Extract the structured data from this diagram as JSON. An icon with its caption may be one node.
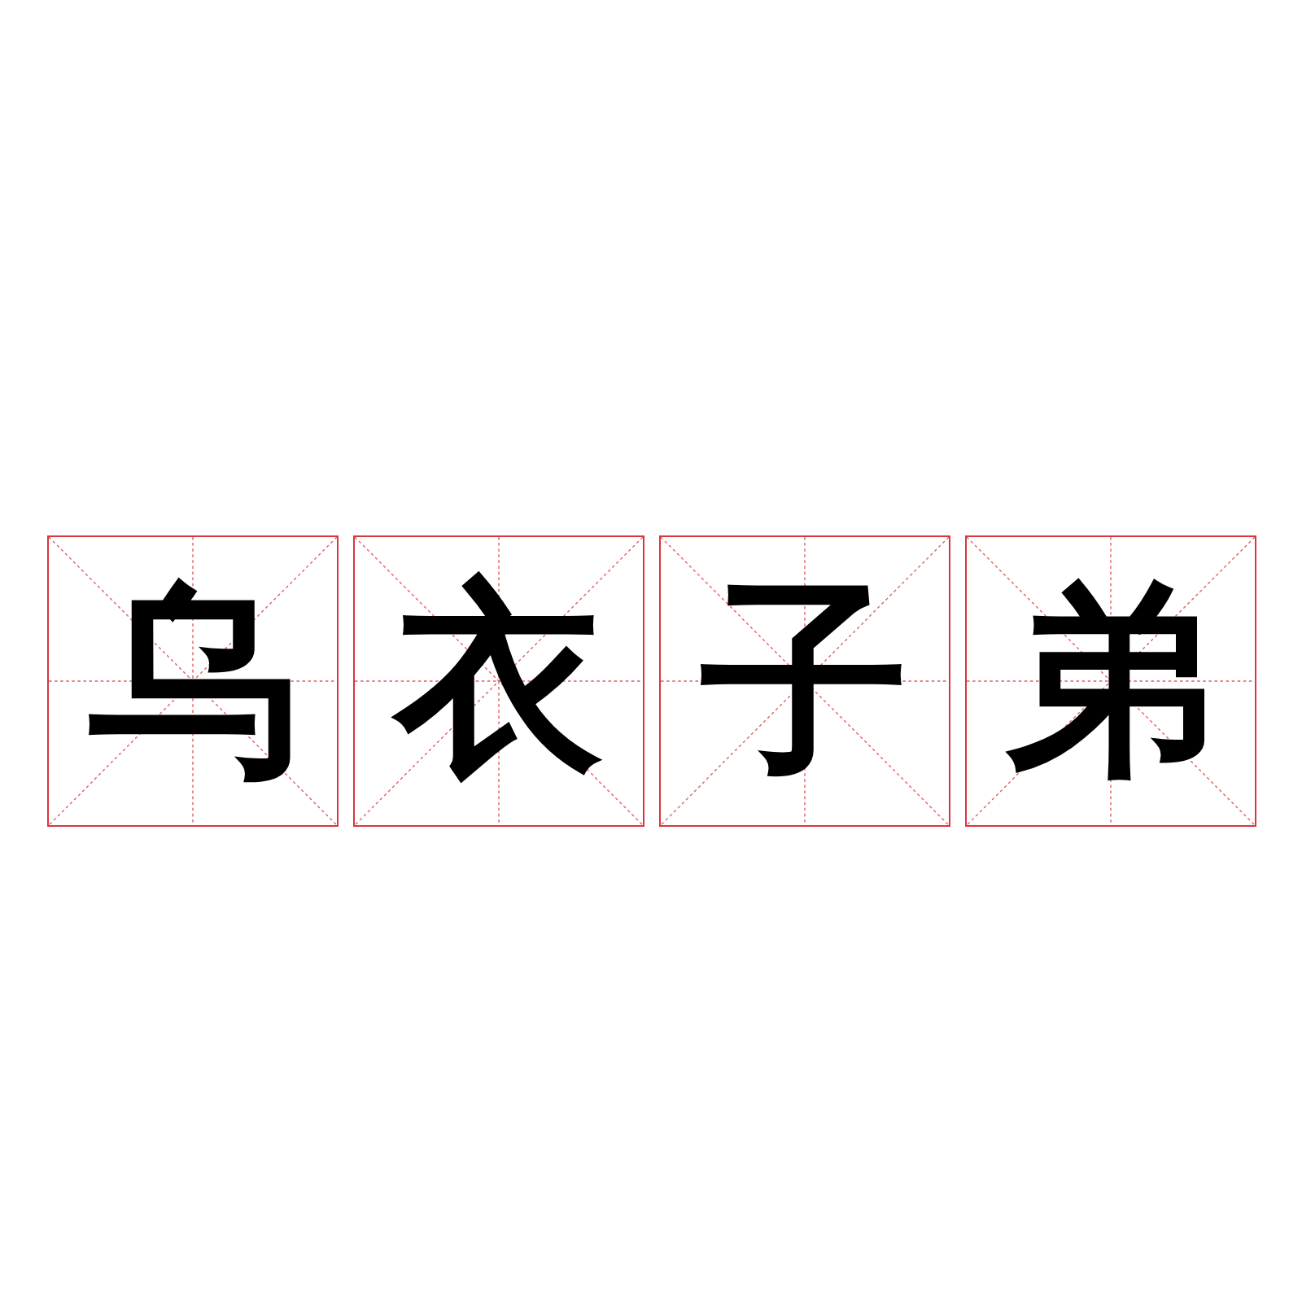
{
  "diagram": {
    "nodes": [
      {
        "text": [
          "乌"
        ]
      },
      {
        "text": [
          "衣"
        ]
      },
      {
        "text": [
          "子"
        ]
      },
      {
        "text": [
          "弟"
        ]
      }
    ]
  }
}
